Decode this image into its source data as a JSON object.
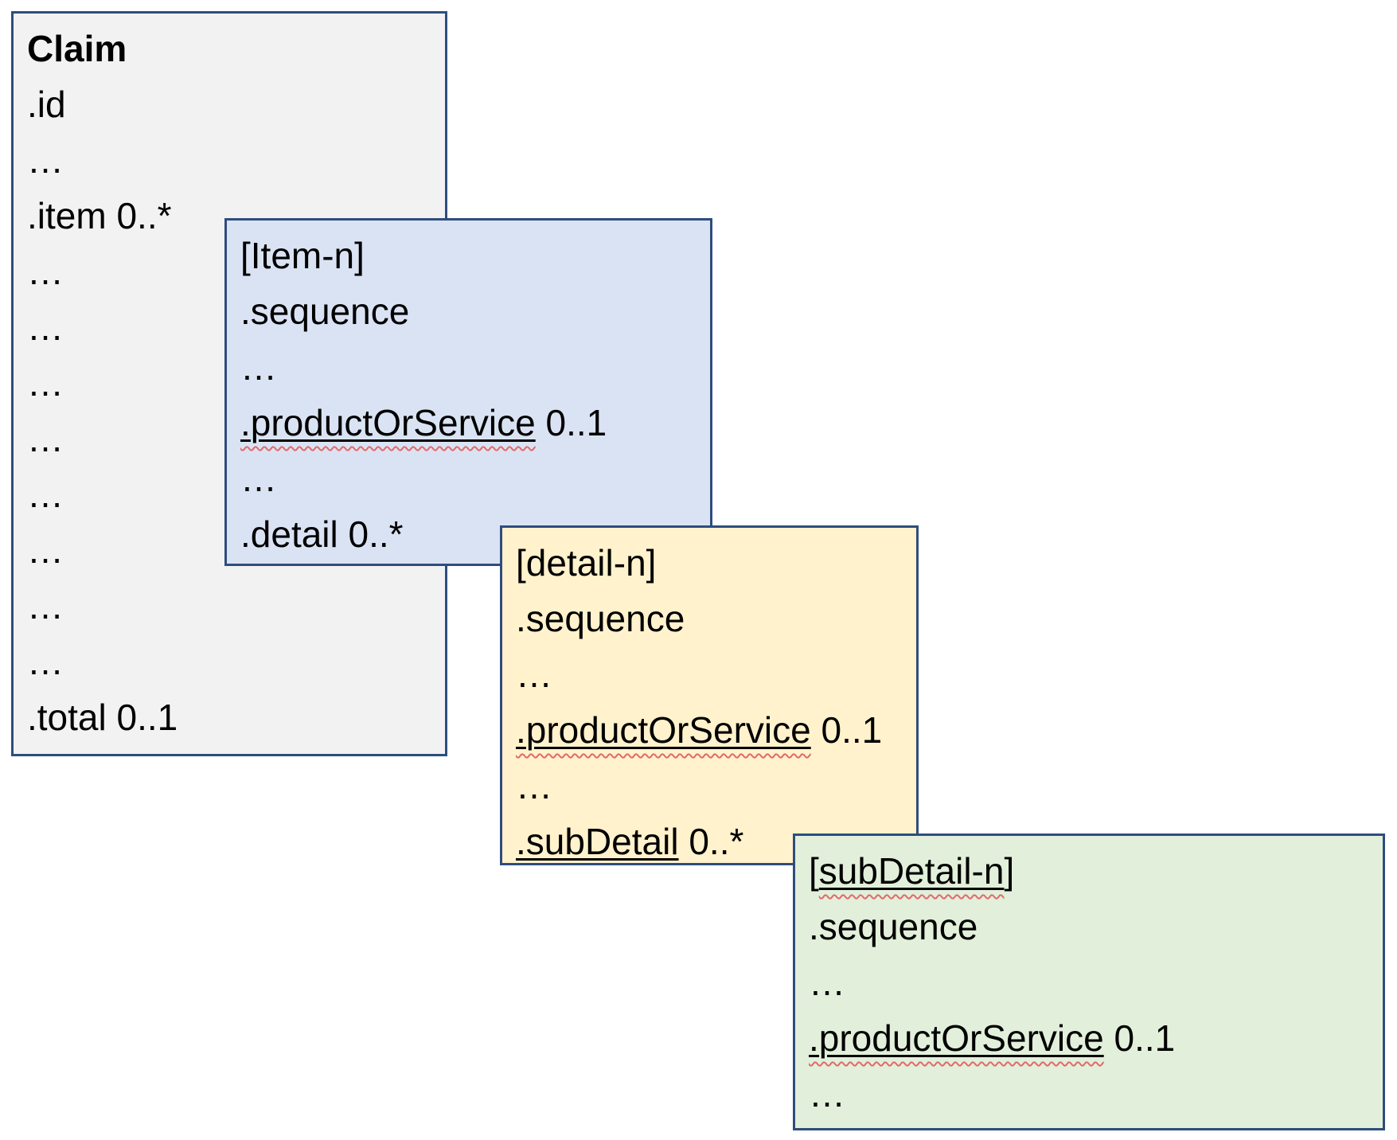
{
  "diagram": {
    "background_color": "#ffffff",
    "border_color": "#2e4d7e",
    "text_color": "#000000",
    "squiggle_color": "#e06a6a",
    "boxes": [
      {
        "name": "claim",
        "fill": "#f2f2f2",
        "title": {
          "bold": true,
          "segments": [
            {
              "t": "Claim"
            }
          ]
        },
        "lines": [
          {
            "segments": [
              {
                "t": ".id"
              }
            ]
          },
          {
            "segments": [
              {
                "t": "…"
              }
            ]
          },
          {
            "segments": [
              {
                "t": ".item 0..*"
              }
            ]
          },
          {
            "segments": [
              {
                "t": "…"
              }
            ]
          },
          {
            "segments": [
              {
                "t": "…"
              }
            ]
          },
          {
            "segments": [
              {
                "t": "…"
              }
            ]
          },
          {
            "segments": [
              {
                "t": "…"
              }
            ]
          },
          {
            "segments": [
              {
                "t": "…"
              }
            ]
          },
          {
            "segments": [
              {
                "t": "…"
              }
            ]
          },
          {
            "segments": [
              {
                "t": "…"
              }
            ]
          },
          {
            "segments": [
              {
                "t": "…"
              }
            ]
          },
          {
            "segments": [
              {
                "t": ".total 0..1"
              }
            ]
          }
        ]
      },
      {
        "name": "item",
        "fill": "#dae3f3",
        "title": {
          "bold": false,
          "segments": [
            {
              "t": "[Item-n]"
            }
          ]
        },
        "lines": [
          {
            "segments": [
              {
                "t": ".sequence"
              }
            ]
          },
          {
            "segments": [
              {
                "t": "…"
              }
            ]
          },
          {
            "segments": [
              {
                "t": ".productOrService",
                "u": true
              },
              {
                "t": " 0..1"
              }
            ]
          },
          {
            "segments": [
              {
                "t": "…"
              }
            ]
          },
          {
            "segments": [
              {
                "t": ".detail 0..*"
              }
            ]
          }
        ]
      },
      {
        "name": "detail",
        "fill": "#fff2cc",
        "title": {
          "bold": false,
          "segments": [
            {
              "t": "[detail-n]"
            }
          ]
        },
        "lines": [
          {
            "segments": [
              {
                "t": ".sequence"
              }
            ]
          },
          {
            "segments": [
              {
                "t": "…"
              }
            ]
          },
          {
            "segments": [
              {
                "t": ".productOrService",
                "u": true
              },
              {
                "t": " 0..1"
              }
            ]
          },
          {
            "segments": [
              {
                "t": "…"
              }
            ]
          },
          {
            "segments": [
              {
                "t": ".subDetail",
                "u": true
              },
              {
                "t": " 0..*"
              }
            ]
          }
        ]
      },
      {
        "name": "subdetail",
        "fill": "#e2efda",
        "title": {
          "bold": false,
          "segments": [
            {
              "t": "["
            },
            {
              "t": "subDetail-n",
              "u": true
            },
            {
              "t": "]"
            }
          ]
        },
        "lines": [
          {
            "segments": [
              {
                "t": ".sequence"
              }
            ]
          },
          {
            "segments": [
              {
                "t": "…"
              }
            ]
          },
          {
            "segments": [
              {
                "t": ".productOrService",
                "u": true
              },
              {
                "t": " 0..1"
              }
            ]
          },
          {
            "segments": [
              {
                "t": "…"
              }
            ]
          }
        ]
      }
    ]
  }
}
